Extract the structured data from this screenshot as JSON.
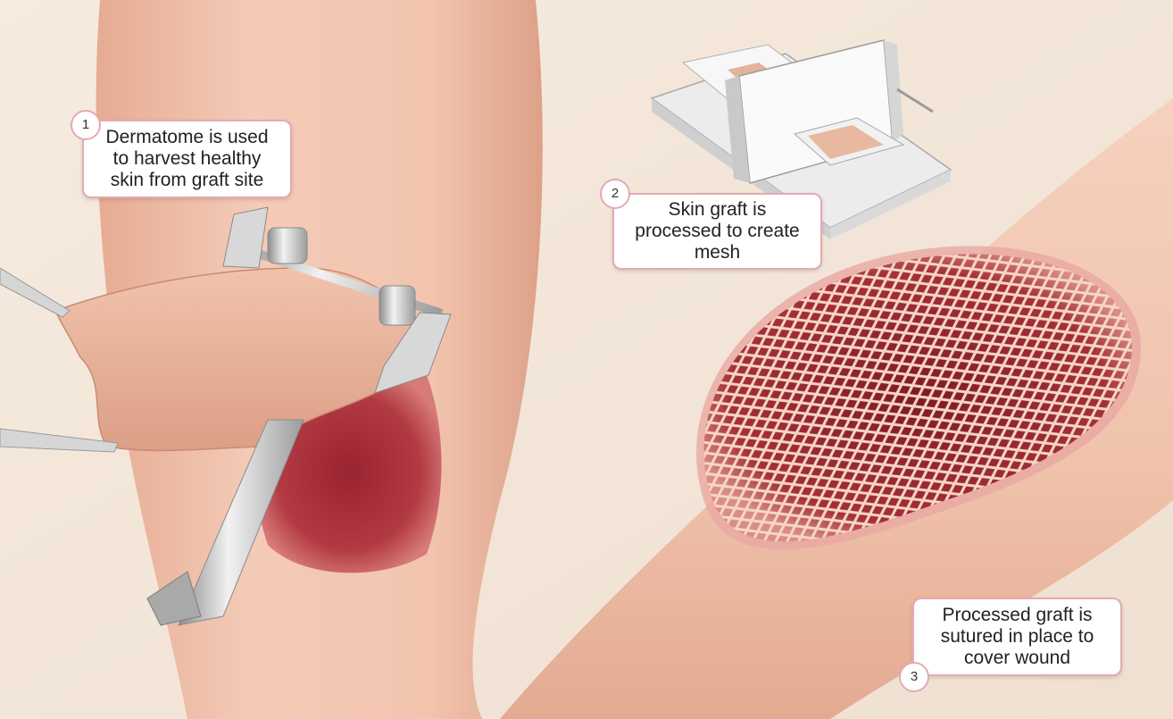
{
  "steps": [
    {
      "number": "1",
      "text": "Dermatome is used\nto harvest healthy\nskin from graft site"
    },
    {
      "number": "2",
      "text": "Skin graft is\nprocessed to create\nmesh"
    },
    {
      "number": "3",
      "text": "Processed graft is\nsutured in place to\ncover wound"
    }
  ],
  "colors": {
    "background": "#f3e6d9",
    "skin": "#f0c2ab",
    "wound": "#a8303a",
    "callout_border": "#e3aab2",
    "instrument_metal": "#c9c9c9"
  },
  "icons": [
    "dermatome-icon",
    "forceps-icon",
    "skin-mesher-icon",
    "meshed-graft-icon"
  ]
}
